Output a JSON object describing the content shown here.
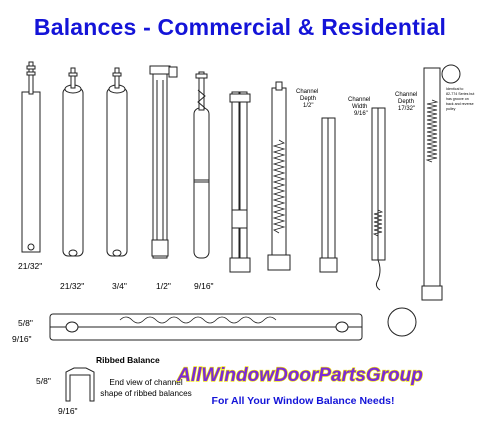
{
  "title": "Balances - Commercial & Residential",
  "dimensions": {
    "d1": "21/32\"",
    "d2": "21/32\"",
    "d3": "3/4\"",
    "d4": "1/2\"",
    "d5": "9/16\""
  },
  "channel_labels": {
    "depth_a_line1": "Channel",
    "depth_a_line2": "Depth",
    "depth_a_value": "1/2\"",
    "width_line1": "Channel",
    "width_line2": "Width",
    "width_value": "9/16\"",
    "depth_b_line1": "Channel",
    "depth_b_line2": "Depth",
    "depth_b_value": "17/32\""
  },
  "identical_note": [
    "Identical to",
    "82-774 Series but",
    "has groove on",
    "back and reverse",
    "pulley"
  ],
  "side_view": {
    "height_upper": "5/8\"",
    "height_lower": "9/16\""
  },
  "ribbed": {
    "label": "Ribbed Balance",
    "end_height": "5/8\"",
    "end_width": "9/16\"",
    "end_view_text": "End view of channel shape of ribbed balances"
  },
  "brand": {
    "name": "AllWindowDoorPartsGroup",
    "tagline": "For All Your Window Balance Needs!"
  },
  "colors": {
    "title": "#1414d8",
    "brand_fill": "#7b2bd6",
    "brand_highlight": "#f2e600"
  }
}
